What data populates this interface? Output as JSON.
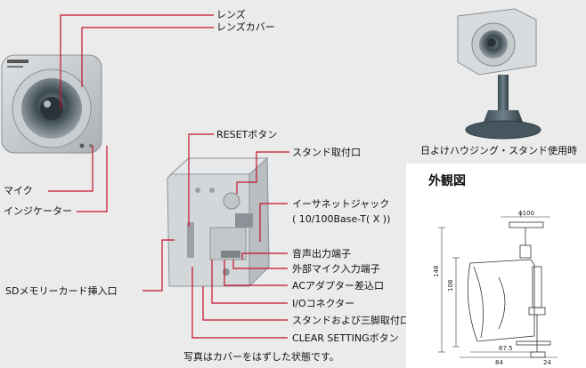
{
  "colors": {
    "background": "#ebebeb",
    "leader_line": "#c4122a",
    "panel": "#ffffff",
    "line_art": "#333333"
  },
  "labels": {
    "lens": "レンズ",
    "lens_cover": "レンズカバー",
    "mic": "マイク",
    "indicator": "インジケーター",
    "reset_button": "RESETボタン",
    "stand_mount": "スタンド取付口",
    "ethernet_jack": "イーサネットジャック",
    "ethernet_spec": "( 10/100Base-T( X ))",
    "audio_out": "音声出力端子",
    "ext_mic_in": "外部マイク入力端子",
    "ac_adapter": "ACアダプター差込口",
    "io_connector": "I/Oコネクター",
    "tripod_mount": "スタンドおよび三脚取付口",
    "clear_setting": "CLEAR SETTINGボタン",
    "sd_slot": "SDメモリーカード挿入口",
    "photo_note": "写真はカバーをはずした状態です。",
    "housing_caption": "日よけハウジング・スタンド使用時"
  },
  "drawing": {
    "title": "外観図",
    "dims": [
      "ϕ100",
      "148",
      "108",
      "67.5",
      "84",
      "24"
    ]
  }
}
